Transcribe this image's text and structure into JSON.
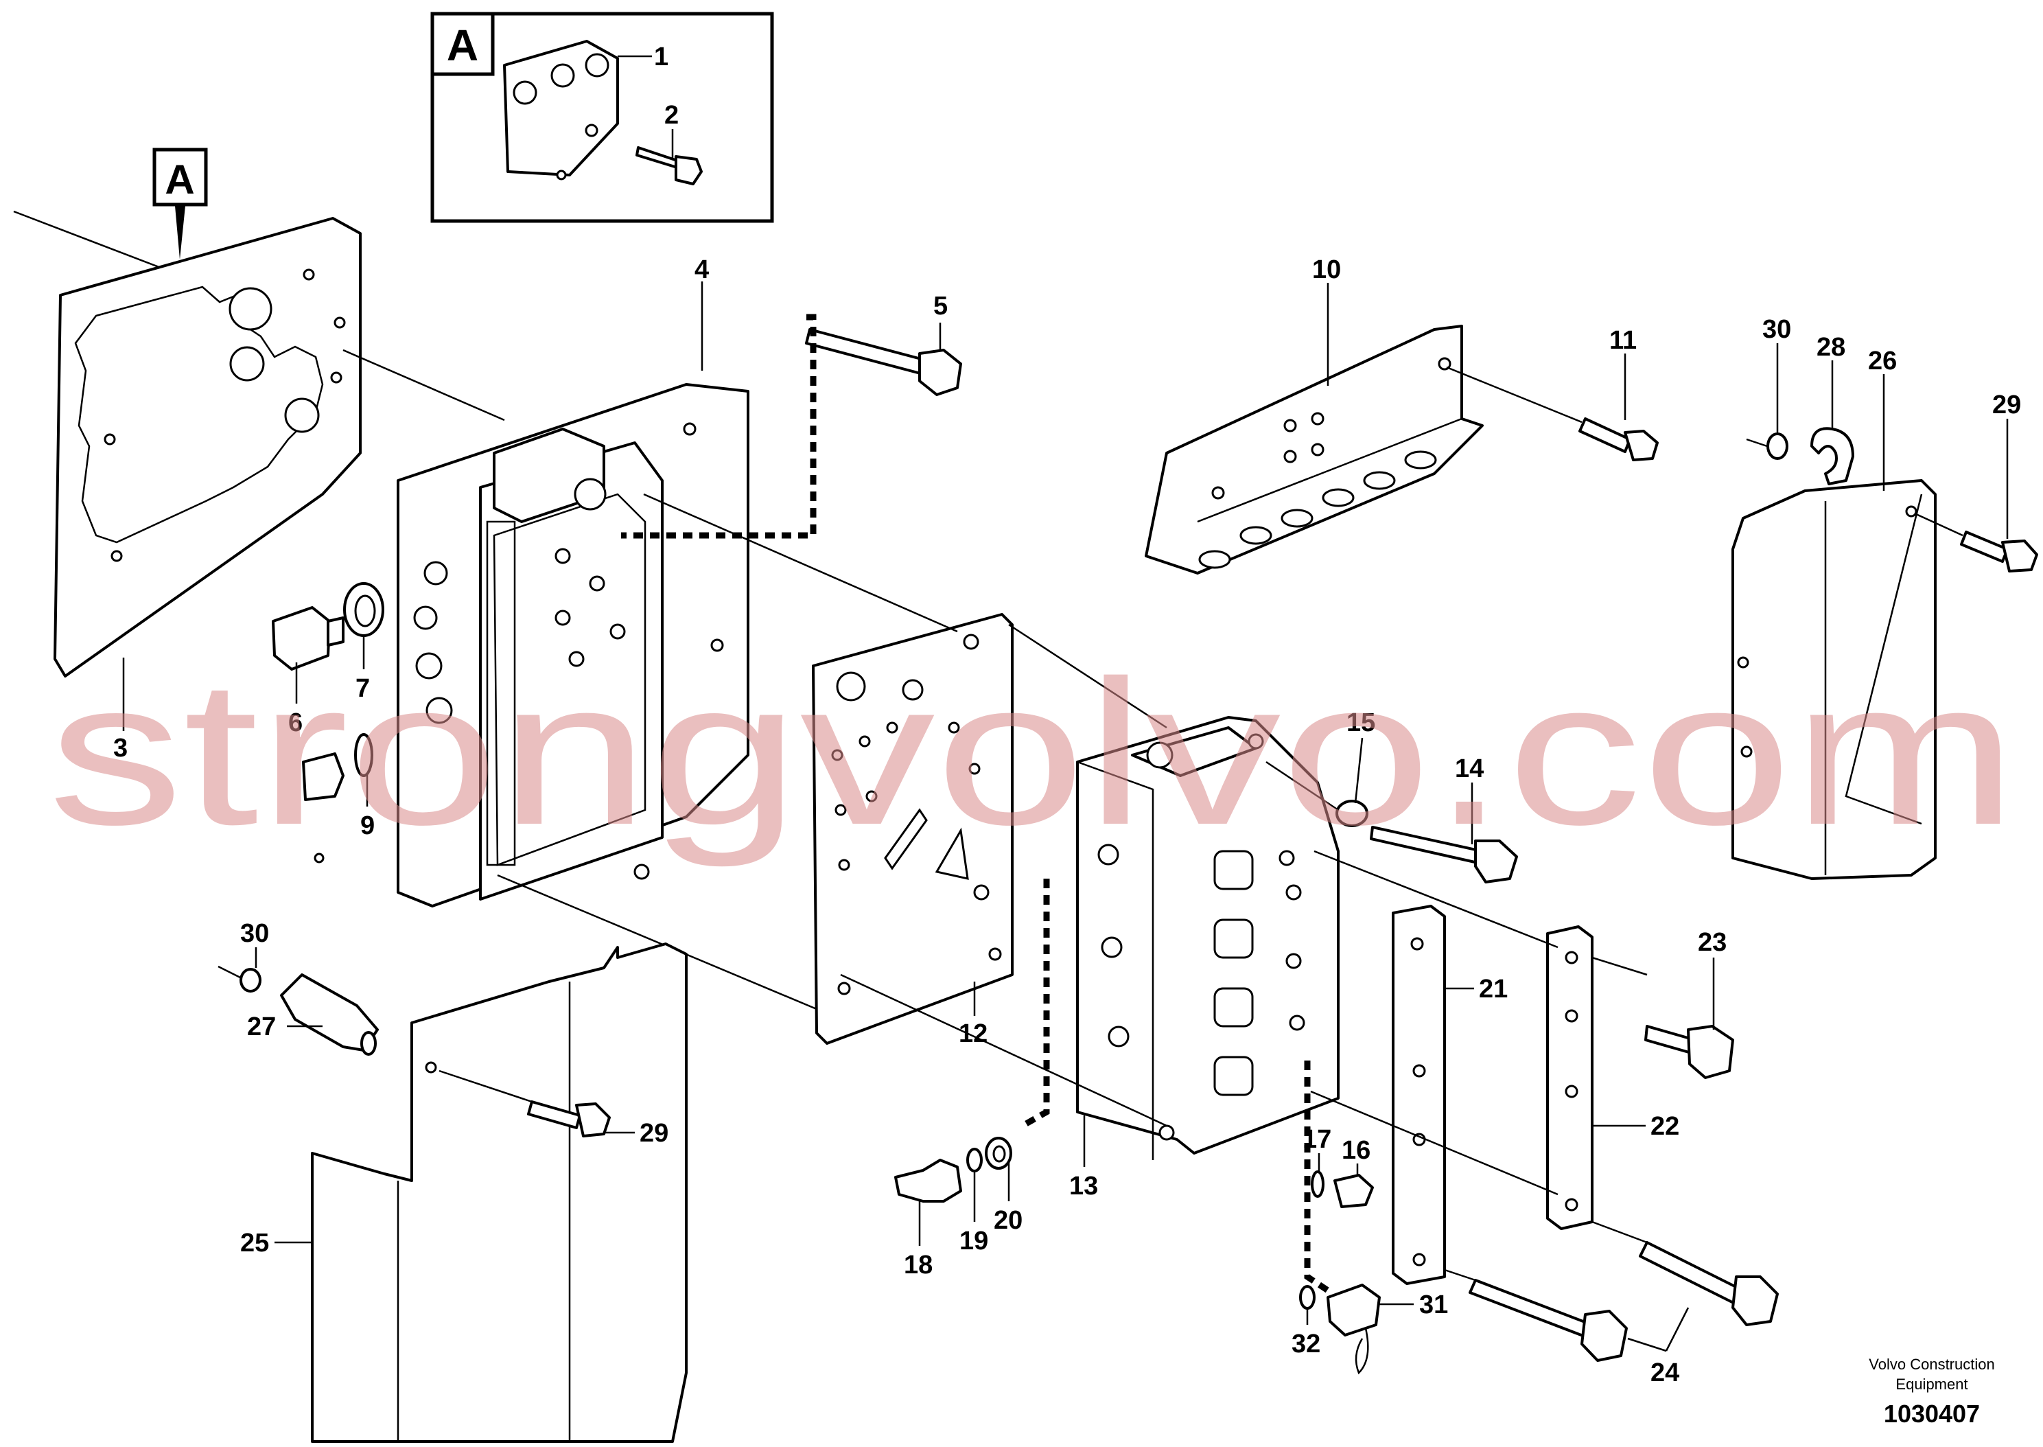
{
  "view_label": "A",
  "callouts": [
    "1",
    "2",
    "3",
    "4",
    "5",
    "6",
    "7",
    "9",
    "10",
    "11",
    "12",
    "13",
    "14",
    "15",
    "16",
    "17",
    "18",
    "19",
    "20",
    "21",
    "22",
    "23",
    "24",
    "25",
    "26",
    "27",
    "28",
    "29",
    "30",
    "31",
    "32"
  ],
  "watermark": "strongvolvo.com",
  "footer": {
    "company_line1": "Volvo Construction",
    "company_line2": "Equipment",
    "drawing_number": "1030407"
  }
}
